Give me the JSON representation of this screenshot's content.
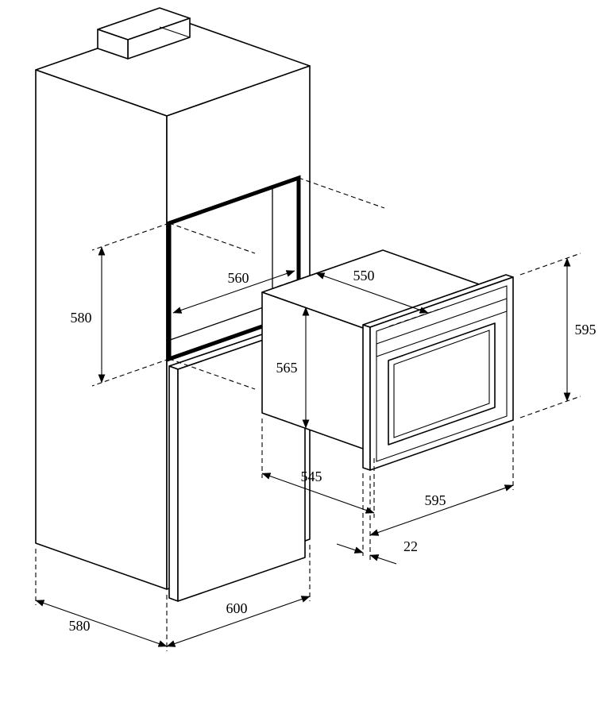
{
  "drawing": {
    "dimensions": {
      "niche_width": "560",
      "niche_height": "580",
      "oven_depth": "550",
      "oven_height": "565",
      "oven_front_height": "595",
      "oven_bottom_depth": "545",
      "oven_front_width": "595",
      "front_overhang": "22",
      "cabinet_depth": "580",
      "cabinet_width": "600"
    },
    "colors": {
      "line": "#000000",
      "background": "#ffffff"
    }
  }
}
